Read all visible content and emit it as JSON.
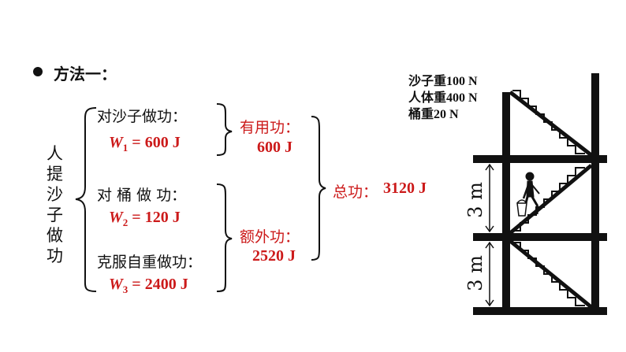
{
  "heading": "方法一：",
  "side_label": [
    "人",
    "提",
    "沙",
    "子",
    "做",
    "功"
  ],
  "items": [
    {
      "label": "对沙子做功：",
      "sym": "W",
      "sub": "1",
      "value": "= 600 J"
    },
    {
      "label": "对 桶 做 功：",
      "sym": "W",
      "sub": "2",
      "value": "= 120 J"
    },
    {
      "label": "克服自重做功：",
      "sym": "W",
      "sub": "3",
      "value": "= 2400 J"
    }
  ],
  "useful": {
    "label": "有用功：",
    "value": "600 J"
  },
  "extra": {
    "label": "额外功：",
    "value": "2520 J"
  },
  "total": {
    "label": "总功：",
    "value": "3120 J"
  },
  "notes": [
    "沙子重100 N",
    "人体重400 N",
    "桶重20 N"
  ],
  "floor_height": "3 m",
  "colors": {
    "accent": "#cc1a1a",
    "ink": "#111111"
  }
}
